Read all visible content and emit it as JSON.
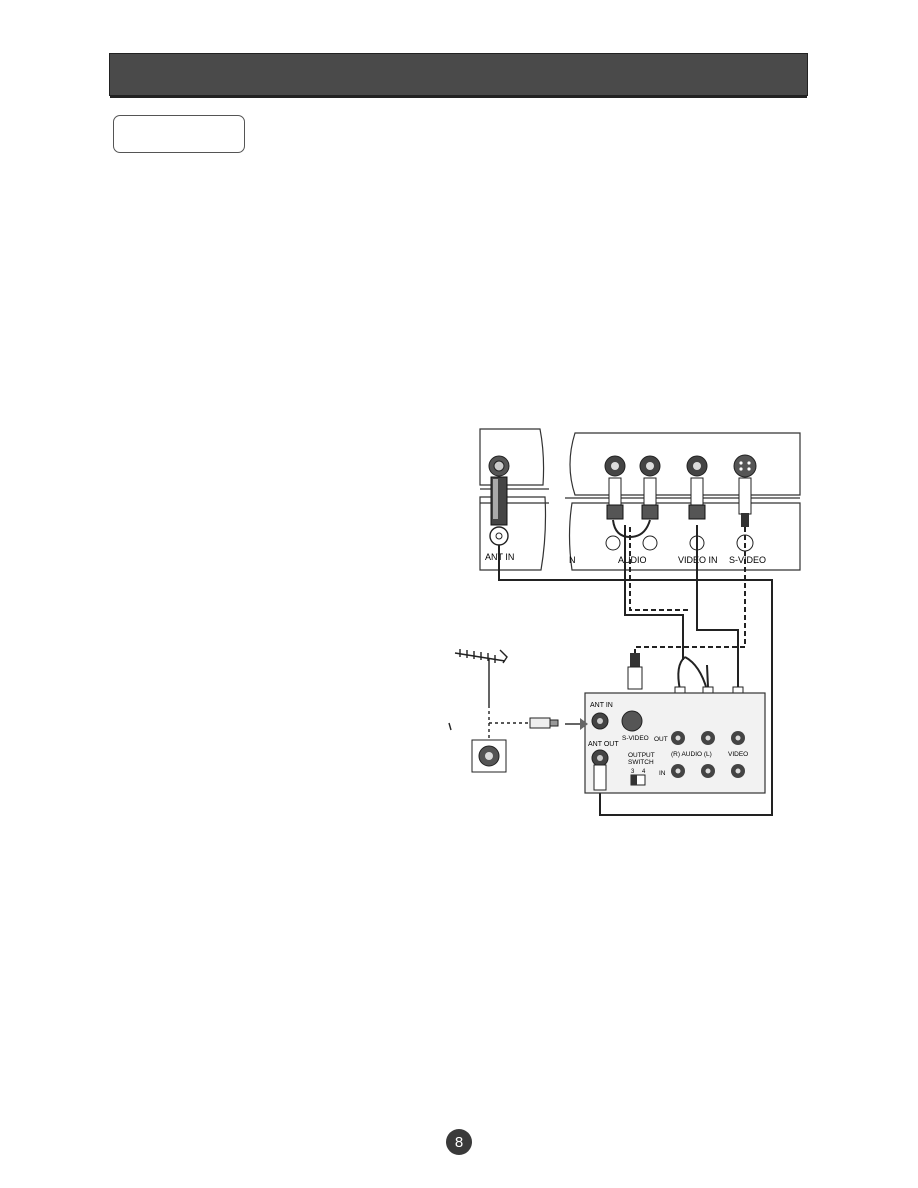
{
  "header": {
    "title": ""
  },
  "section_tab": {
    "label": ""
  },
  "diagram": {
    "tv_panel": {
      "ant_in_label": "ANT IN",
      "partial_label": "N",
      "audio_label": "AUDIO",
      "video_in_label": "VIDEO IN",
      "s_video_label": "S-VIDEO"
    },
    "vcr_panel": {
      "ant_in_label": "ANT IN",
      "ant_out_label": "ANT OUT",
      "s_video_label": "S-VIDEO",
      "out_label": "OUT",
      "in_label": "IN",
      "output_switch_label_1": "OUTPUT",
      "output_switch_label_2": "SWITCH",
      "switch_3": "3",
      "switch_4": "4",
      "audio_label": "(R) AUDIO (L)",
      "video_label": "VIDEO"
    }
  },
  "footer": {
    "page_number": "8"
  }
}
